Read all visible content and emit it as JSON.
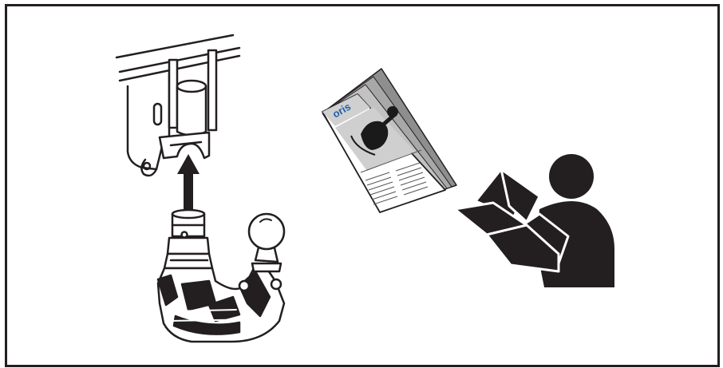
{
  "manual": {
    "brand": "oris",
    "cover_caption": "...",
    "language_rows": 7
  },
  "icons": [
    "receiver-socket-illustration",
    "insert-arrow-icon",
    "detachable-towbar-ball-illustration",
    "instruction-manual-icon",
    "person-reading-icon"
  ],
  "colors": {
    "line": "#231f20",
    "manual_gray": "#b5b5b5",
    "background": "#ffffff"
  }
}
